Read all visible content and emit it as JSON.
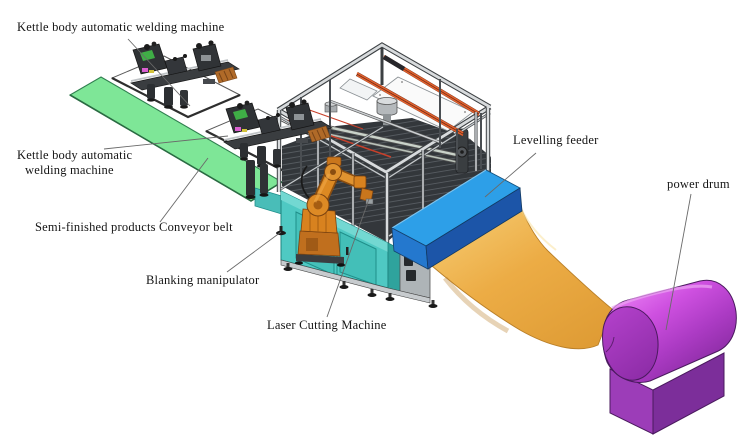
{
  "labels": {
    "welder_top": "Kettle body automatic welding machine",
    "welder_left_line1": "Kettle body automatic",
    "welder_left_line2": "welding machine",
    "conveyor": "Semi-finished products Conveyor belt",
    "blanking": "Blanking manipulator",
    "laser": "Laser Cutting Machine",
    "feeder": "Levelling feeder",
    "drum": "power drum"
  },
  "colors": {
    "conveyor_green": "#7EE697",
    "machine_teal": "#4FC9C3",
    "feeder_blue": "#2D9FE8",
    "feeder_end_blue": "#2478CE",
    "feeder_front_navy": "#1C55A8",
    "sheet_orange": "#ECAC45",
    "drum_body_magenta": "#CE50E0",
    "drum_front_purple": "#9B32B6",
    "drum_base_purple": "#9C3DB8",
    "robot_orange": "#D8821F",
    "rail_red": "#E2622E",
    "frame_gray": "#D8DBDD",
    "platform_white": "#FFFFFF"
  }
}
